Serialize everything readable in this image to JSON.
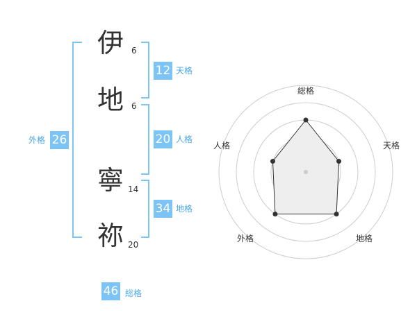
{
  "name_chars": [
    {
      "char": "伊",
      "strokes": "6"
    },
    {
      "char": "地",
      "strokes": "6"
    },
    {
      "char": "寧",
      "strokes": "14"
    },
    {
      "char": "祢",
      "strokes": "20"
    }
  ],
  "fortunes": {
    "tenkaku": {
      "label": "天格",
      "value": "12"
    },
    "jinkaku": {
      "label": "人格",
      "value": "20"
    },
    "chikaku": {
      "label": "地格",
      "value": "34"
    },
    "gaikaku": {
      "label": "外格",
      "value": "26"
    },
    "soukaku": {
      "label": "総格",
      "value": "46"
    }
  },
  "radar": {
    "axes": [
      "総格",
      "天格",
      "地格",
      "外格",
      "人格"
    ],
    "levels": [
      3,
      2,
      3,
      3,
      2
    ],
    "max_level": 5,
    "colors": {
      "ring": "#cccccc",
      "fill": "#eeeeee",
      "line": "#333333",
      "point": "#333333"
    }
  },
  "colors": {
    "accent": "#7cc4f5",
    "label": "#4aa8e6"
  }
}
